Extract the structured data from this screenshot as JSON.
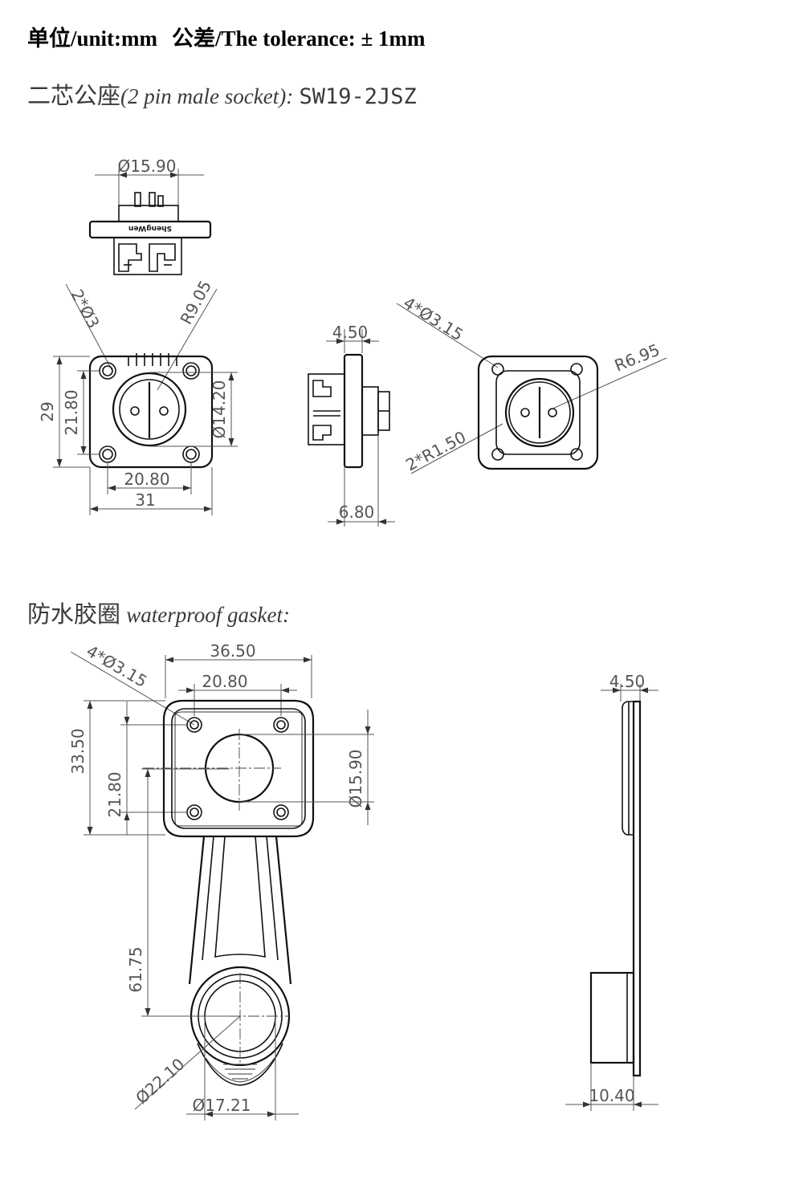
{
  "header": {
    "unit_label": "单位/unit:mm",
    "tolerance_label": "公差/The tolerance: ± 1mm",
    "model_cn": "二芯公座",
    "model_en": "(2 pin male socket):",
    "model_code": "SW19-2JSZ"
  },
  "gasket_header": {
    "title_cn": "防水胶圈",
    "title_en": "waterproof gasket:"
  },
  "socket_top_view": {
    "brand_mark": "ShengWen",
    "dims": {
      "diameter": "Ø15.90"
    }
  },
  "socket_front_view": {
    "dims": {
      "holes": "2*Ø3",
      "radius": "R9.05",
      "height_outer": "29",
      "height_inner": "21.80",
      "inner_diameter": "Ø14.20",
      "width_inner": "20.80",
      "width_outer": "31"
    }
  },
  "socket_side_view": {
    "dims": {
      "flange_thickness": "4.50",
      "depth": "6.80"
    }
  },
  "socket_rear_view": {
    "dims": {
      "holes": "4*Ø3.15",
      "radius": "R6.95",
      "corner_radius": "2*R1.50"
    }
  },
  "gasket_front_view": {
    "dims": {
      "holes": "4*Ø3.15",
      "width_outer": "36.50",
      "width_inner": "20.80",
      "height_outer": "33.50",
      "height_inner": "21.80",
      "center_diameter": "Ø15.90",
      "arm_length": "61.75",
      "ring_outer": "Ø22.10",
      "ring_inner": "Ø17.21"
    }
  },
  "gasket_side_view": {
    "dims": {
      "thickness": "4.50",
      "ring_depth": "10.40"
    }
  }
}
